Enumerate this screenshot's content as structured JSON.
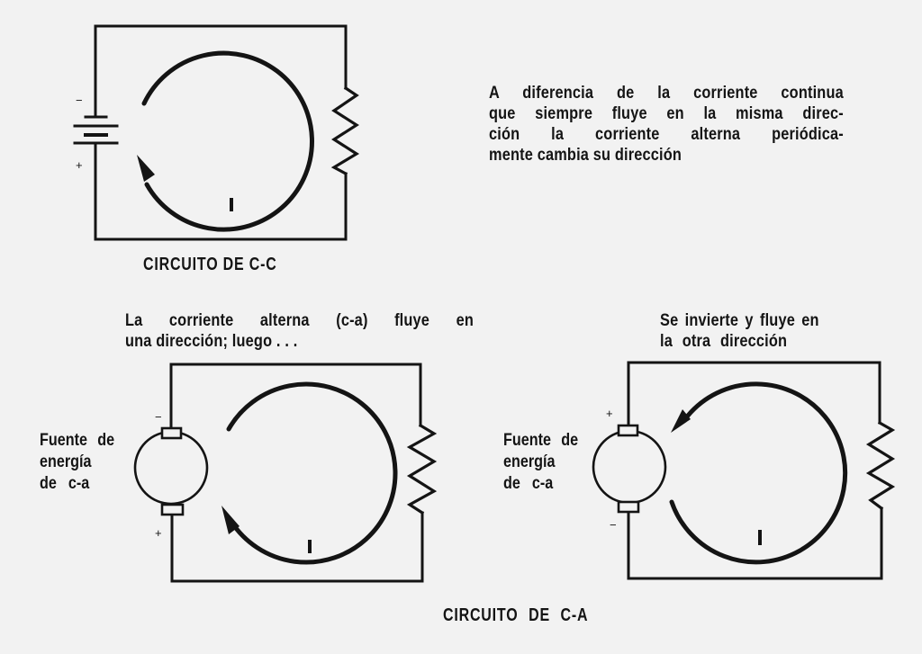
{
  "colors": {
    "background": "#f2f2f2",
    "ink": "#141414"
  },
  "dc_circuit": {
    "caption": "CIRCUITO DE C-C",
    "source": "battery",
    "current_label": "I",
    "battery_signs": {
      "top": "−",
      "bottom": "+"
    },
    "current_direction": "counterclockwise-arrow",
    "description_lines": [
      "A diferencia de la corriente continua",
      "que siempre fluye en la misma direc-",
      "ción la corriente alterna periódica-",
      "mente cambia su dirección"
    ]
  },
  "ac_circuit": {
    "caption": "CIRCUITO DE C-A",
    "left": {
      "heading_lines": [
        "La corriente alterna (c-a) fluye en",
        "una dirección; luego . . ."
      ],
      "source_label_lines": [
        "Fuente de",
        "energía",
        "de c-a"
      ],
      "terminal_signs": {
        "top": "−",
        "bottom": "+"
      },
      "current_label": "I"
    },
    "right": {
      "heading_lines": [
        "Se invierte y fluye en",
        "la otra dirección"
      ],
      "source_label_lines": [
        "Fuente de",
        "energía",
        "de c-a"
      ],
      "terminal_signs": {
        "top": "+",
        "bottom": "−"
      },
      "current_label": "I"
    }
  }
}
